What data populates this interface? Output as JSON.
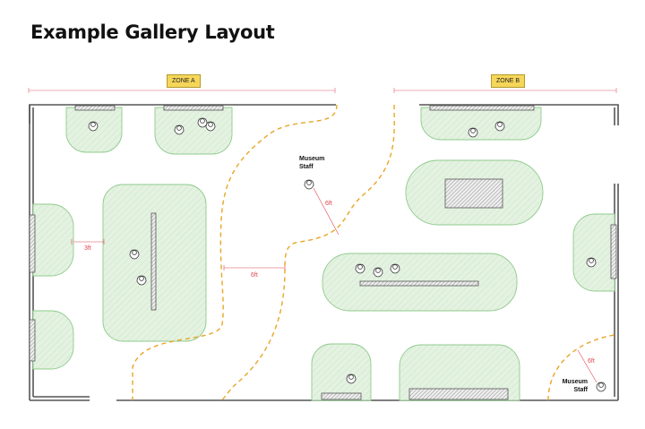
{
  "title": "Example Gallery Layout",
  "zones": [
    {
      "label": "ZONE A"
    },
    {
      "label": "ZONE B"
    }
  ],
  "distances": {
    "a": "6ft",
    "b": "3ft",
    "c": "6ft",
    "d": "6ft"
  },
  "staff": [
    {
      "line1": "Museum",
      "line2": "Staff"
    },
    {
      "line1": "Museum",
      "line2": "Staff"
    }
  ],
  "colors": {
    "zone_fill": "#e4f2e1",
    "zone_stroke": "#8fcb8c",
    "path": "#e8a526",
    "dimension": "#e0484f",
    "tag": "#f6d659"
  }
}
